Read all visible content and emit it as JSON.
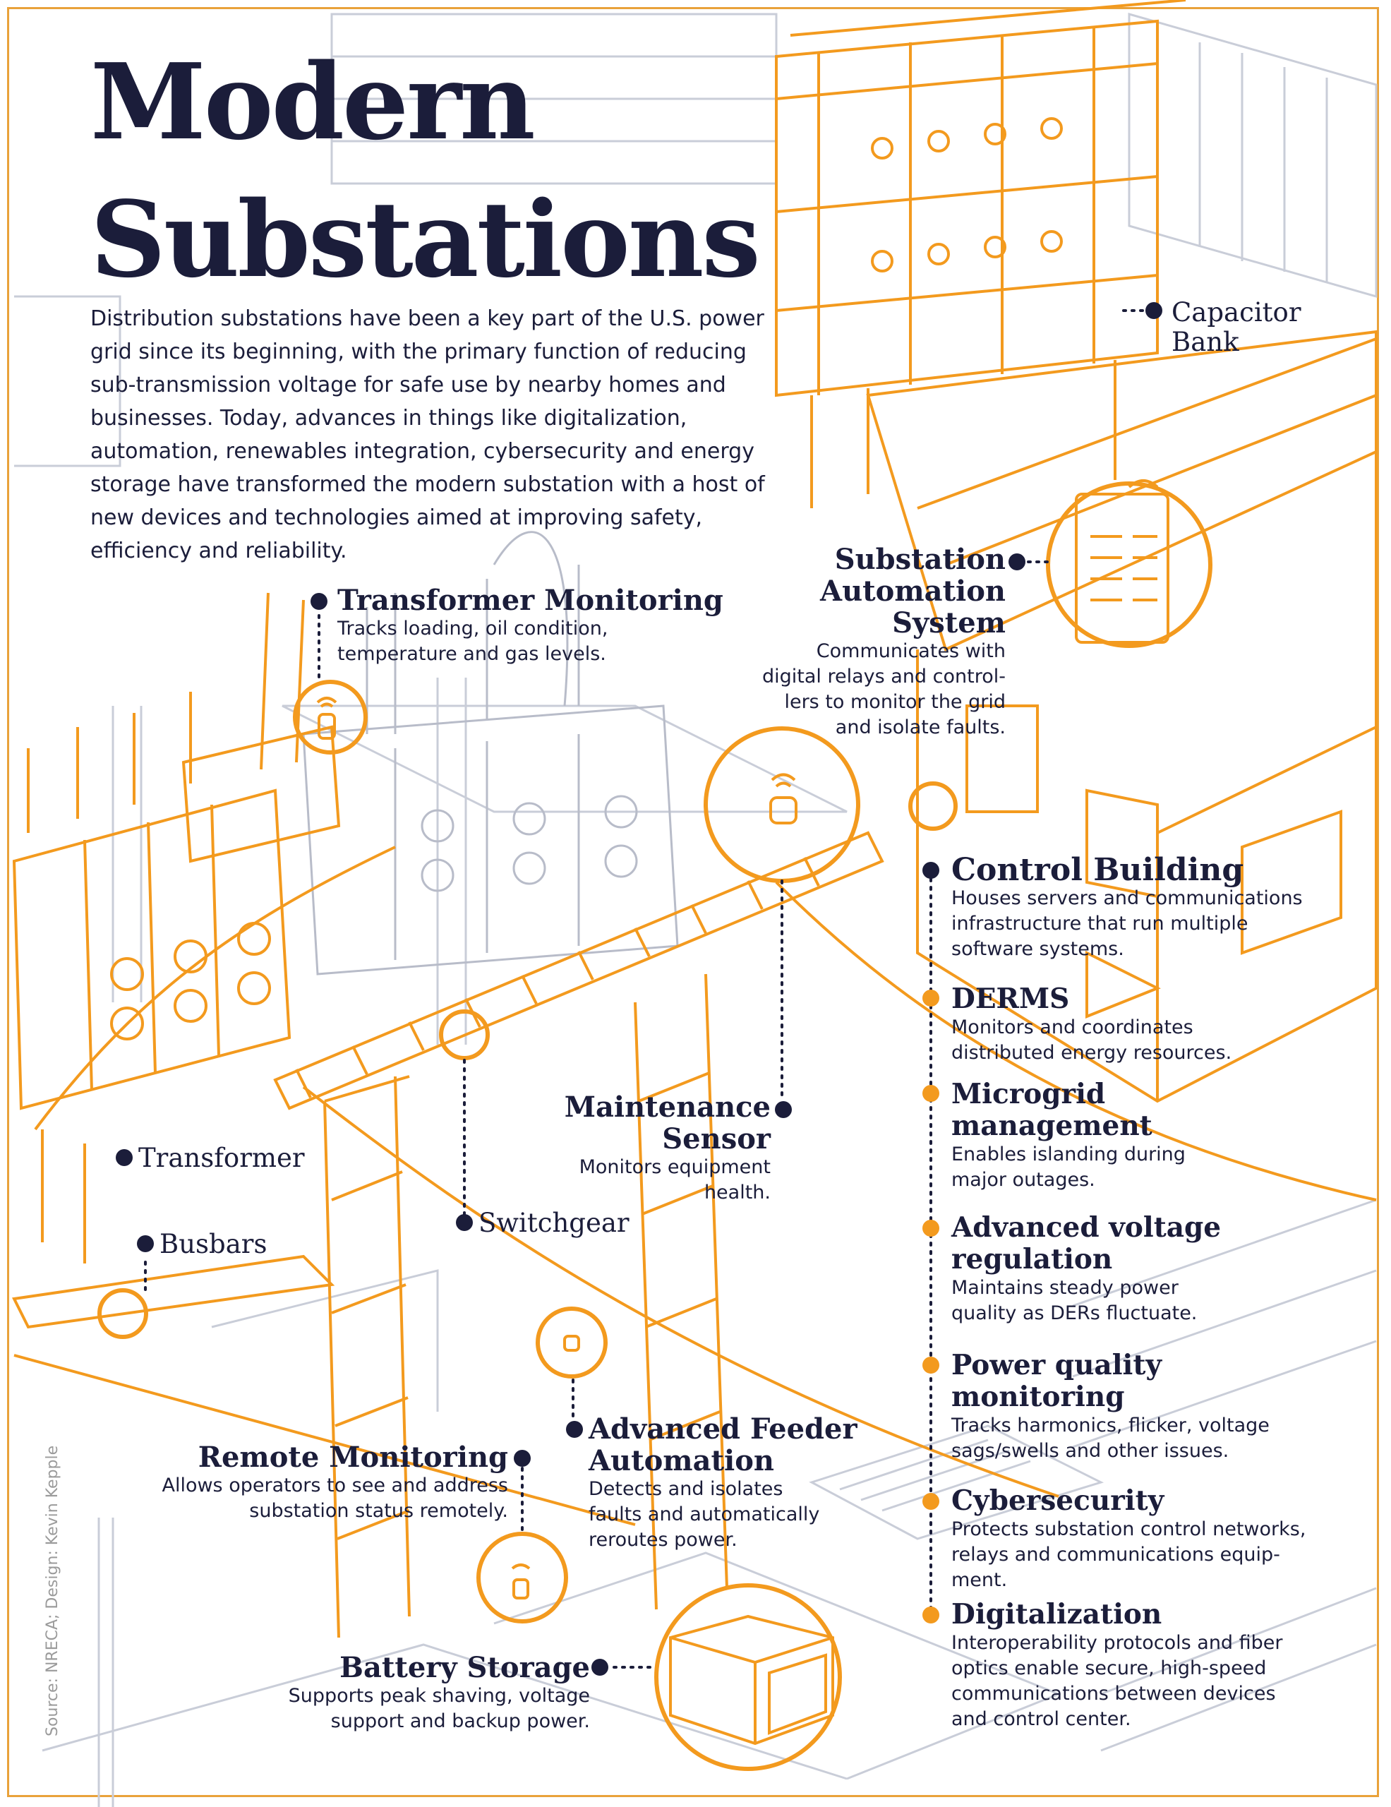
{
  "title": {
    "line1": "Modern",
    "line2": "Substations"
  },
  "intro": "Distribution substations have been a key part of the U.S. power grid since its beginning, with the primary function of reducing sub-transmission voltage for safe use by nearby homes and businesses. Today, advances in things like digitalization, automation, renewables integration, cybersecurity and energy storage have transformed the modern substation with a host of new devices and technologies aimed at improving safety, efficiency and reliability.",
  "components": {
    "capacitor_bank": {
      "line1": "Capacitor",
      "line2": "Bank"
    },
    "sas": {
      "line1": "Substation",
      "line2": "Automation",
      "line3": "System",
      "desc1": "Communicates with",
      "desc2": "digital relays and control-",
      "desc3": "lers to monitor the grid",
      "desc4": "and isolate faults."
    },
    "transformer_monitoring": {
      "title": "Transformer Monitoring",
      "desc1": "Tracks loading, oil condition,",
      "desc2": "temperature and gas levels."
    },
    "transformer": "Transformer",
    "switchgear": "Switchgear",
    "busbars": "Busbars",
    "maintenance_sensor": {
      "line1": "Maintenance",
      "line2": "Sensor",
      "desc1": "Monitors equipment",
      "desc2": "health."
    },
    "feeder_automation": {
      "line1": "Advanced Feeder",
      "line2": "Automation",
      "desc1": "Detects and isolates",
      "desc2": "faults and automatically",
      "desc3": "reroutes power."
    },
    "remote_monitoring": {
      "title": "Remote Monitoring",
      "desc1": "Allows operators to see and address",
      "desc2": "substation status remotely."
    },
    "battery_storage": {
      "title": "Battery Storage",
      "desc1": "Supports peak shaving, voltage",
      "desc2": "support and backup power."
    }
  },
  "control_building": {
    "title": "Control Building",
    "desc1": "Houses servers and communications",
    "desc2": "infrastructure that run multiple",
    "desc3": "software systems.",
    "items": [
      {
        "title1": "DERMS",
        "title2": "",
        "desc1": "Monitors and coordinates",
        "desc2": "distributed energy resources.",
        "desc3": ""
      },
      {
        "title1": "Microgrid",
        "title2": "management",
        "desc1": "Enables islanding during",
        "desc2": "major outages.",
        "desc3": ""
      },
      {
        "title1": "Advanced voltage",
        "title2": "regulation",
        "desc1": "Maintains steady power",
        "desc2": "quality as DERs fluctuate.",
        "desc3": ""
      },
      {
        "title1": "Power quality",
        "title2": "monitoring",
        "desc1": "Tracks harmonics, flicker, voltage",
        "desc2": "sags/swells and other issues.",
        "desc3": ""
      },
      {
        "title1": "Cybersecurity",
        "title2": "",
        "desc1": "Protects substation control networks,",
        "desc2": "relays and communications equip-",
        "desc3": "ment."
      },
      {
        "title1": "Digitalization",
        "title2": "",
        "desc1": "Interoperability protocols and fiber",
        "desc2": "optics enable secure, high-speed",
        "desc3": "communications between devices"
      }
    ],
    "last_line": "and control center."
  },
  "source": "Source: NRECA; Design: Kevin Kepple",
  "colors": {
    "accent": "#f39a1e",
    "navy": "#1b1d3a",
    "gray_line": "#c9cdd8",
    "frame": "#e9a23a"
  }
}
